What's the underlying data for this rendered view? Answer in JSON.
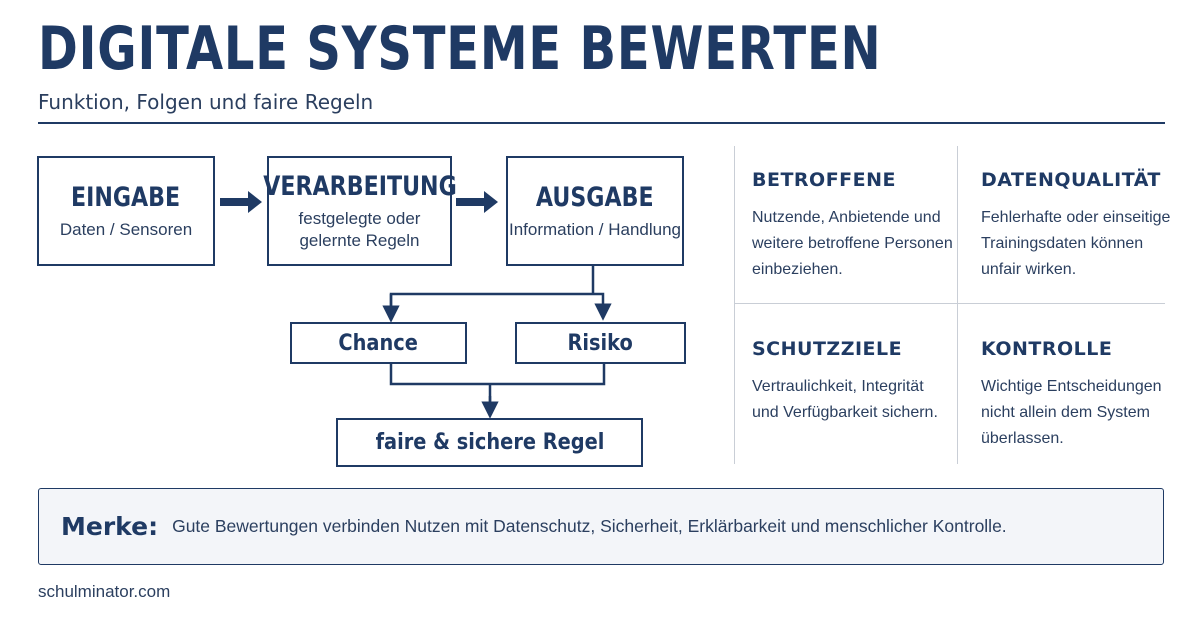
{
  "header": {
    "title": "DIGITALE SYSTEME BEWERTEN",
    "subtitle": "Funktion, Folgen und faire Regeln"
  },
  "flow": {
    "eingabe": {
      "title": "EINGABE",
      "text": "Daten / Sensoren"
    },
    "verarbeitung": {
      "title": "VERARBEITUNG",
      "text": "festgelegte oder\ngelernte Regeln"
    },
    "ausgabe": {
      "title": "AUSGABE",
      "text": "Information / Handlung"
    },
    "chance": "Chance",
    "risiko": "Risiko",
    "regel": "faire & sichere Regel"
  },
  "aspects": [
    {
      "title": "BETROFFENE",
      "text": "Nutzende, Anbietende und\nweitere betroffene Personen\neinbeziehen."
    },
    {
      "title": "DATENQUALITÄT",
      "text": "Fehlerhafte oder einseitige\nTrainingsdaten können\nunfair wirken."
    },
    {
      "title": "SCHUTZZIELE",
      "text": "Vertraulichkeit, Integrität\nund Verfügbarkeit sichern."
    },
    {
      "title": "KONTROLLE",
      "text": "Wichtige Entscheidungen\nnicht allein dem System\nüberlassen."
    }
  ],
  "merke": {
    "label": "Merke:",
    "text": "Gute Bewertungen verbinden Nutzen mit Datenschutz, Sicherheit, Erklärbarkeit und menschlicher Kontrolle."
  },
  "footer": {
    "source": "schulminator.com"
  },
  "colors": {
    "primary": "#1f3a64",
    "text": "#2b3f5f",
    "divider": "#c9ced6",
    "panel": "#f3f5f9"
  }
}
